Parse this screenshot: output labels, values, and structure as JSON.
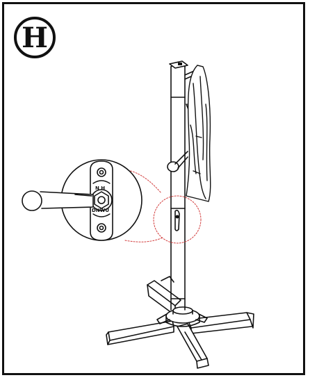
{
  "step": {
    "letter": "H"
  },
  "crank_plate": {
    "label_top": "N H",
    "label_bottom": "DNWU"
  },
  "colors": {
    "line": "#111111",
    "callout": "#d23c3c",
    "fill": "#ffffff"
  },
  "icons": [
    "crank-handle-icon",
    "umbrella-canopy-icon",
    "cross-base-icon",
    "pole-icon"
  ]
}
